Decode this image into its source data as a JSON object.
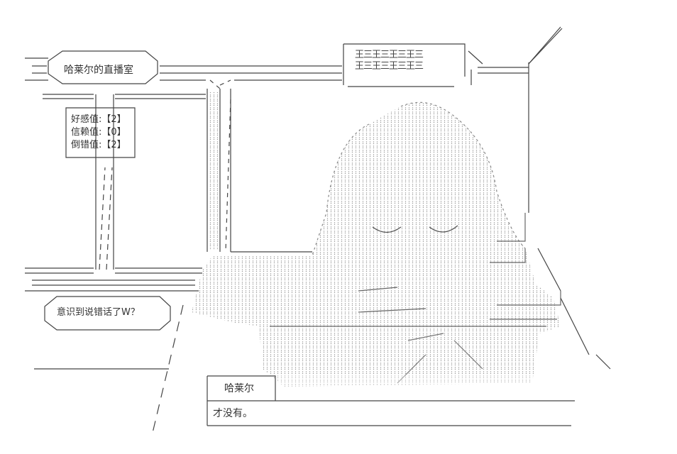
{
  "header": {
    "title": "哈莱尔的直播室"
  },
  "stats": [
    {
      "label": "好感值",
      "value": "【2】"
    },
    {
      "label": "信赖值",
      "value": "【0】"
    },
    {
      "label": "倒错值",
      "value": "【2】"
    }
  ],
  "sign": {
    "rows": [
      "王三王三王三王三",
      "王三王三王三王三"
    ]
  },
  "aside": {
    "text": "意识到说错话了W？"
  },
  "dialog": {
    "speaker": "哈莱尔",
    "line": "才没有。"
  },
  "colors": {
    "ink": "#333333",
    "background": "#ffffff",
    "dots": "#9a9a9a"
  }
}
